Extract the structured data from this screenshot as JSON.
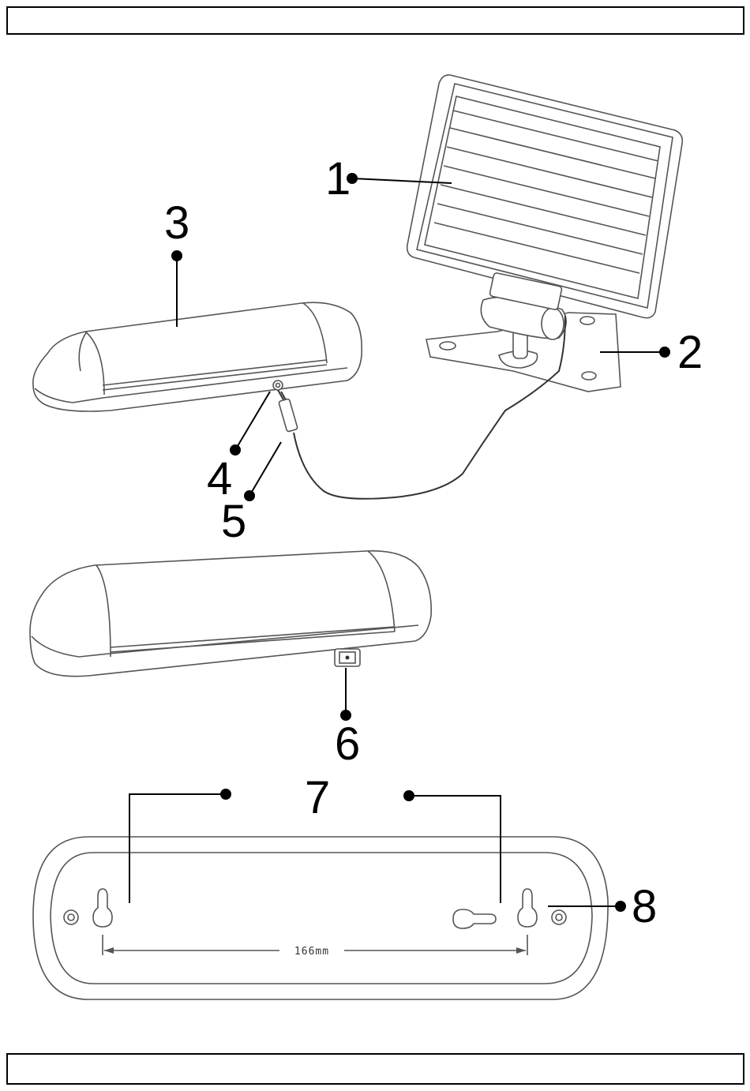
{
  "header_box": {
    "text": ""
  },
  "footer_box": {
    "text": ""
  },
  "callouts": [
    {
      "label": "1",
      "part": "solar-panel"
    },
    {
      "label": "2",
      "part": "mounting-bracket"
    },
    {
      "label": "3",
      "part": "lamp-housing"
    },
    {
      "label": "4",
      "part": "power-socket"
    },
    {
      "label": "5",
      "part": "connector-cable"
    },
    {
      "label": "6",
      "part": "on-off-switch"
    },
    {
      "label": "7",
      "part": "keyhole-slots"
    },
    {
      "label": "8",
      "part": "mounting-holes"
    }
  ],
  "dimension": {
    "label": "166mm"
  }
}
